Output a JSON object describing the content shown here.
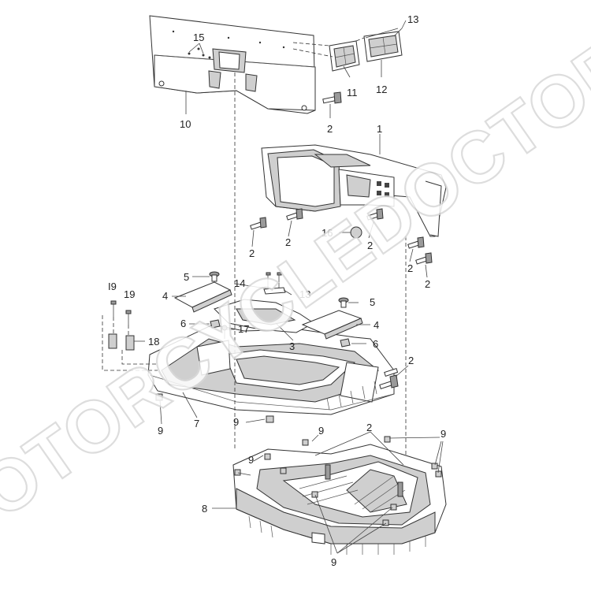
{
  "watermark": "MOTORCYCLEDOCTOR",
  "callouts": {
    "c13a": "13",
    "c15": "15",
    "c11": "11",
    "c12": "12",
    "c10": "10",
    "c2a": "2",
    "c1": "1",
    "c16": "16",
    "c2b": "2",
    "c2c": "2",
    "c2d": "2",
    "c2e": "2",
    "c2f": "2",
    "c19a": "I9",
    "c19b": "19",
    "c5a": "5",
    "c4a": "4",
    "c14": "14",
    "c13b": "13",
    "c6a": "6",
    "c17": "17",
    "c5b": "5",
    "c4b": "4",
    "c3": "3",
    "c6b": "6",
    "c18": "18",
    "c2g": "2",
    "c9a": "9",
    "c7": "7",
    "c9b": "9",
    "c2h": "2",
    "c9c": "9",
    "c9d": "9",
    "c9e": "9",
    "c8": "8",
    "c9f": "9"
  }
}
